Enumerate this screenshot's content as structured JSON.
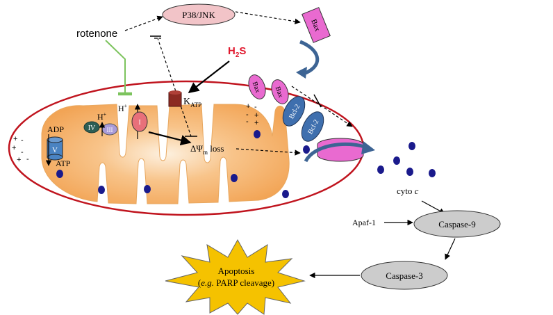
{
  "labels": {
    "p38_jnk": "P38/JNK",
    "rotenone": "rotenone",
    "h2s_main": "H",
    "h2s_sub": "2",
    "h2s_tail": "S",
    "bax_top": "Bax",
    "bax_1": "Bax",
    "bax_2": "Bax",
    "bcl2_1": "Bcl-2",
    "bcl2_2": "Bcl-2",
    "h_plus_1": "H",
    "h_plus_2": "H",
    "plus_sup": "+",
    "k_main": "K",
    "k_sub": "ATP",
    "complex_iv": "IV",
    "complex_iii": "III",
    "complex_i": "I",
    "complex_v": "V",
    "adp": "ADP",
    "atp": "ATP",
    "delta_psi": "ΔΨ",
    "delta_psi_sub": "m",
    "delta_psi_tail": " loss",
    "cyto_c": "cyto ",
    "cyto_c_italic": "c",
    "apaf1": "Apaf-1",
    "caspase9": "Caspase-9",
    "caspase3": "Caspase-3",
    "apoptosis": "Apoptosis",
    "apoptosis_eg": "e.g.",
    "apoptosis_detail": " PARP cleavage)",
    "paren_open": "("
  },
  "colors": {
    "mito_outline": "#c0141e",
    "matrix": "#f6b46e",
    "p38_fill": "#f2c4c8",
    "bax_fill": "#e96ad0",
    "bcl2_fill": "#3f6fae",
    "caspase_fill": "#cccccc",
    "star_fill": "#f5c200",
    "h2s_text": "#e0182d",
    "rotenone_line": "#7cc35d",
    "cyto_c_dot": "#1a1a8c"
  }
}
